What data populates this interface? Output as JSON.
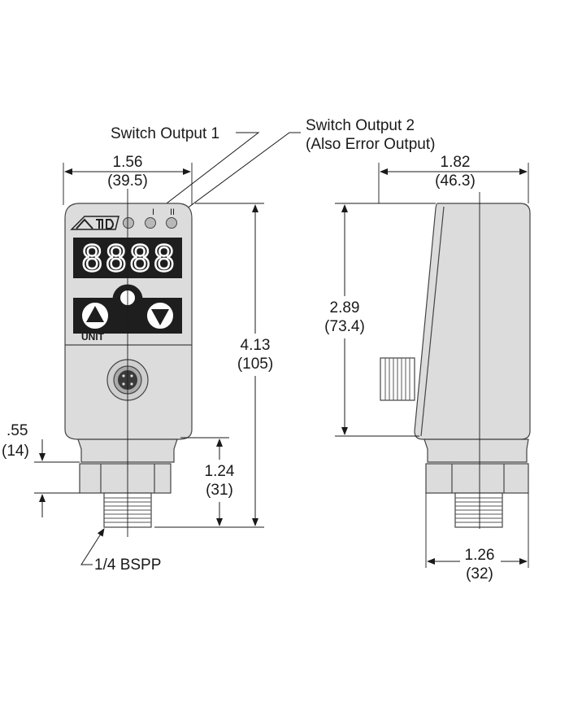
{
  "callouts": {
    "switch_output_1": "Switch Output 1",
    "switch_output_2_line1": "Switch Output 2",
    "switch_output_2_line2": "(Also Error Output)",
    "thread": "1/4 BSPP"
  },
  "front_view": {
    "width_in": "1.56",
    "width_mm": "(39.5)",
    "height_in": "4.13",
    "height_mm": "(105)",
    "collar_in": ".55",
    "collar_mm": "(14)",
    "fitting_in": "1.24",
    "fitting_mm": "(31)",
    "display_digits": "8888",
    "unit_label": "UNIT",
    "led_1_label": "I",
    "led_2_label": "II"
  },
  "side_view": {
    "depth_in": "1.82",
    "depth_mm": "(46.3)",
    "body_height_in": "2.89",
    "body_height_mm": "(73.4)",
    "hex_in": "1.26",
    "hex_mm": "(32)"
  },
  "colors": {
    "housing": "#dcdcdc",
    "display_panel": "#1e1e1e",
    "line": "#1a1a1a"
  }
}
